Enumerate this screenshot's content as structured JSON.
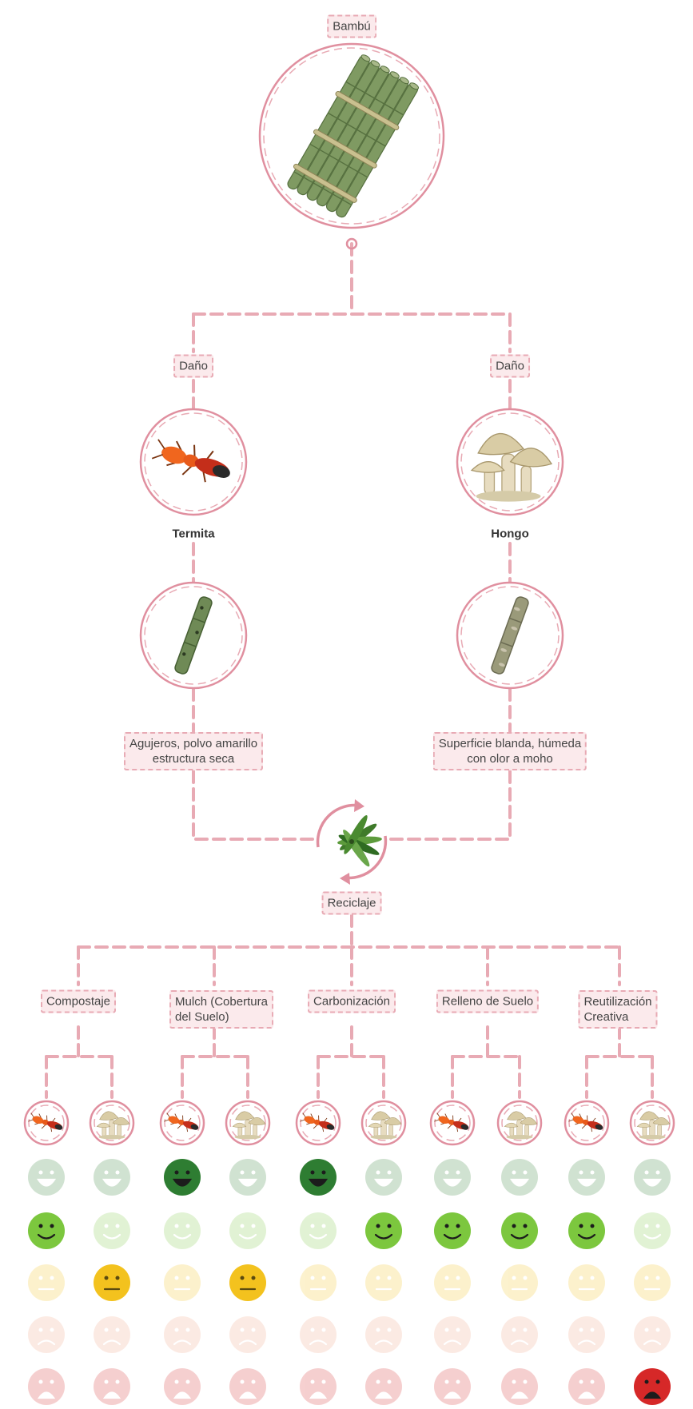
{
  "root": {
    "label": "Bambú",
    "image": "bamboo-bundle-icon"
  },
  "branches": [
    {
      "damage_label": "Daño",
      "agent": "Termita",
      "agent_icon": "termite-icon",
      "damaged_icon": "bored-bamboo-icon",
      "symptoms": "Agujeros, polvo amarillo\nestructura seca"
    },
    {
      "damage_label": "Daño",
      "agent": "Hongo",
      "agent_icon": "mushroom-icon",
      "damaged_icon": "rotten-bamboo-icon",
      "symptoms": "Superficie blanda, húmeda\ncon olor a moho"
    }
  ],
  "recycle": {
    "label": "Reciclaje",
    "icon": "recycle-bamboo-leaves-icon"
  },
  "methods": [
    {
      "label": "Compostaje",
      "termita": "satisfied",
      "hongo": "neutral"
    },
    {
      "label": "Mulch (Cobertura\ndel Suelo)",
      "termita": "very-satisfied",
      "hongo": "neutral"
    },
    {
      "label": "Carbonización",
      "termita": "very-satisfied",
      "hongo": "satisfied"
    },
    {
      "label": "Relleno de Suelo",
      "termita": "satisfied",
      "hongo": "satisfied"
    },
    {
      "label": "Reutilización\nCreativa",
      "termita": "satisfied",
      "hongo": "very-dissatisfied"
    }
  ],
  "rating_scale": [
    {
      "level": "very-satisfied",
      "icon": "very-happy-face-icon",
      "color": "#2e7d32"
    },
    {
      "level": "satisfied",
      "icon": "happy-face-icon",
      "color": "#7cc73e"
    },
    {
      "level": "neutral",
      "icon": "neutral-face-icon",
      "color": "#f3c21e"
    },
    {
      "level": "dissatisfied",
      "icon": "sad-face-icon",
      "color": "#f1a283"
    },
    {
      "level": "very-dissatisfied",
      "icon": "very-sad-face-icon",
      "color": "#d62828"
    }
  ],
  "colors": {
    "connector": "#e8aab4",
    "circle": "#e08f9f",
    "label_bg": "#fbeaec"
  }
}
